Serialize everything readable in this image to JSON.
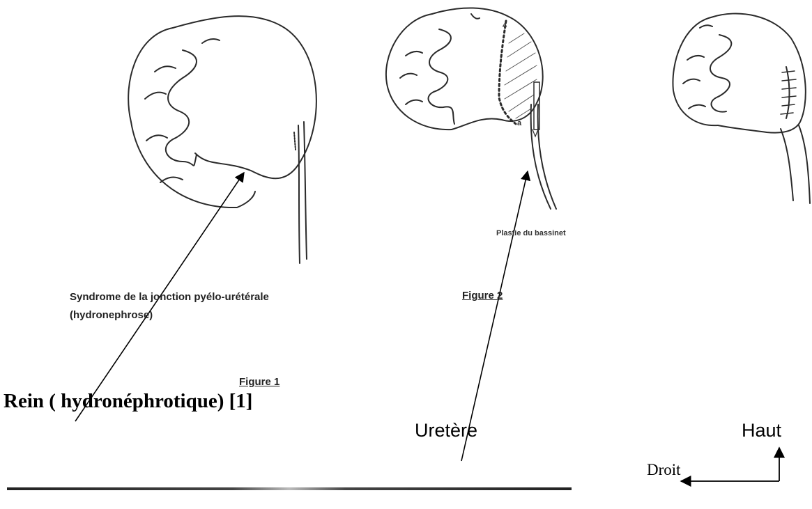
{
  "figure1": {
    "caption_line1": "Syndrome de la jonction pyélo-urétérale",
    "caption_line2": "(hydronephrose)",
    "title": "Figure 1"
  },
  "figure2": {
    "caption": "Plastie du bassinet",
    "title": "Figure 2",
    "markers": {
      "top": "4",
      "bottom": "a"
    }
  },
  "labels": {
    "rein": "Rein ( hydronéphrotique) [1]",
    "uretere": "Uretère",
    "haut": "Haut",
    "droit": "Droit"
  }
}
